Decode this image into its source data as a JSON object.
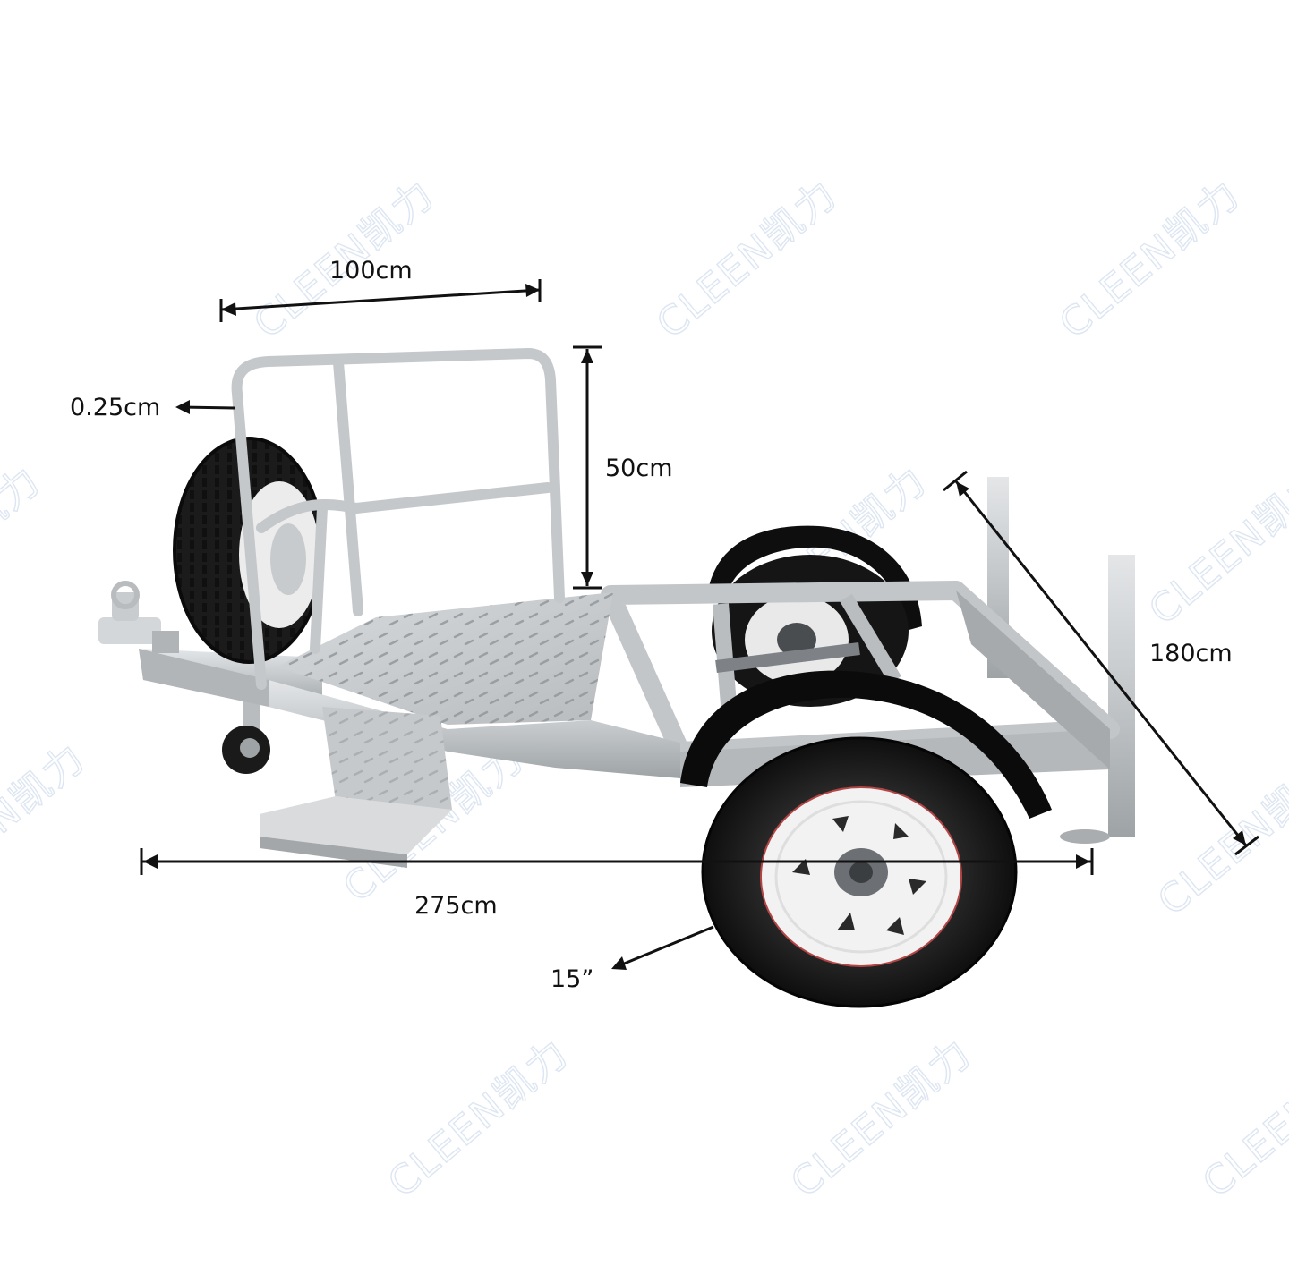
{
  "watermark_text": "CLEEN凯力",
  "dimensions": {
    "width_top": "100cm",
    "tube_thickness": "0.25cm",
    "rail_height": "50cm",
    "depth": "180cm",
    "length": "275cm",
    "wheel_size": "15”"
  },
  "colors": {
    "galvanized": "#c9ccce",
    "galvanized_dark": "#9ea3a6",
    "tire": "#141414",
    "rim": "#f1f1f1",
    "fender": "#0c0c0c",
    "dimension_line": "#111111",
    "watermark": "#dde6f2"
  }
}
